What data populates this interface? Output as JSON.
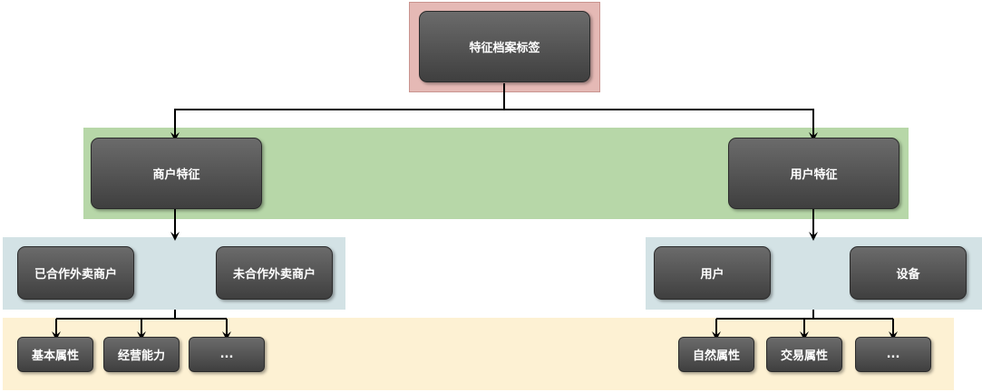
{
  "root": {
    "label": "特征档案标签"
  },
  "level1": {
    "merchant": {
      "label": "商户特征"
    },
    "user": {
      "label": "用户特征"
    }
  },
  "level2": {
    "merchant": [
      {
        "label": "已合作外卖商户"
      },
      {
        "label": "未合作外卖商户"
      }
    ],
    "user": [
      {
        "label": "用户"
      },
      {
        "label": "设备"
      }
    ]
  },
  "level3": {
    "merchant": [
      {
        "label": "基本属性"
      },
      {
        "label": "经营能力"
      },
      {
        "label": "..."
      }
    ],
    "user": [
      {
        "label": "自然属性"
      },
      {
        "label": "交易属性"
      },
      {
        "label": "..."
      }
    ]
  },
  "colors": {
    "root_band": "#e5b9b5",
    "level1_band": "#b7d7a8",
    "level2_band": "#d3e2e5",
    "level3_band": "#fdf1d3",
    "node_fill": "#4f4f4f",
    "node_text": "#ffffff"
  }
}
